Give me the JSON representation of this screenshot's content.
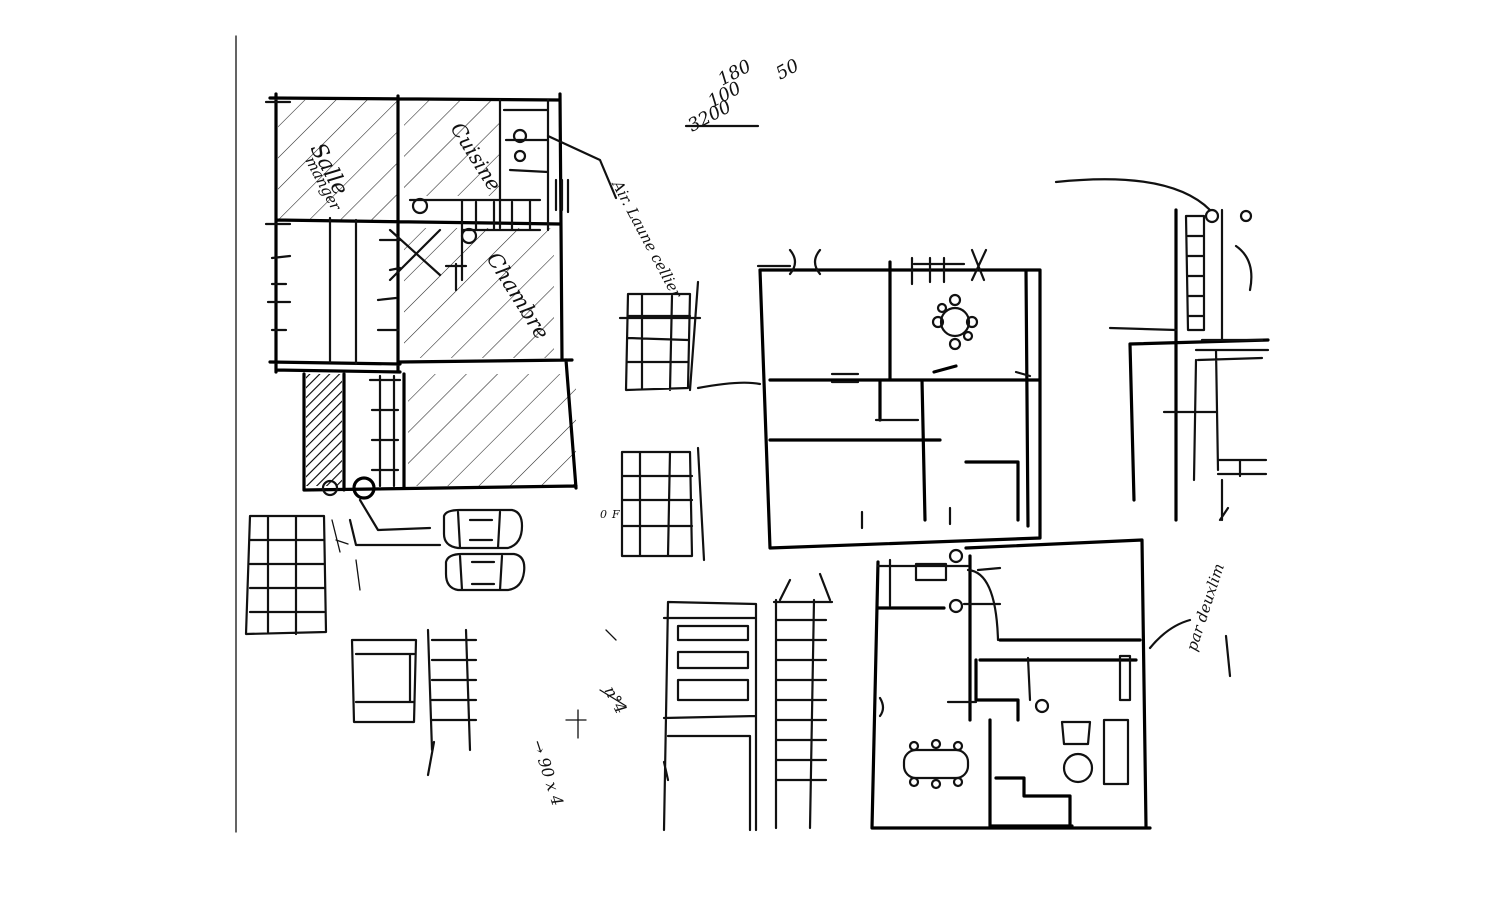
{
  "sheet": {
    "notes": {
      "room_salle": "Salle",
      "room_salle_sub": "manger",
      "room_cuisine": "Cuisine",
      "room_chambre": "Chambre",
      "note_cellier": "Air. Laune cellier",
      "note_calc_1": "50",
      "note_calc_2": "180",
      "note_calc_3": "100",
      "note_calc_4": "3200",
      "note_side": "par deuxlim",
      "note_bottom_1": "n°4",
      "note_bottom_2": "→ 90 x 4",
      "note_small_1": "0",
      "note_small_2": "F"
    }
  }
}
